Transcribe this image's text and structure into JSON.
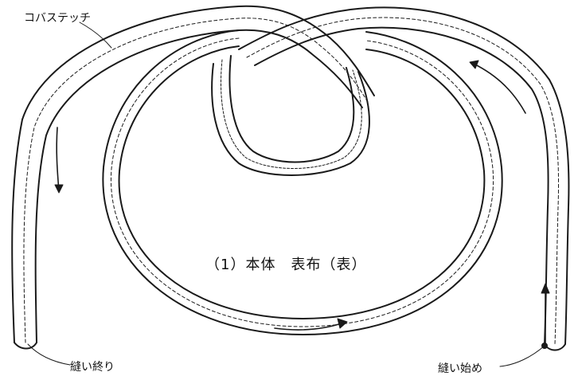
{
  "labels": {
    "edge_stitch": "コバステッチ",
    "sew_end": "縫い終り",
    "sew_start": "縫い始め",
    "center": "（1）本体　表布（表）"
  },
  "colors": {
    "line": "#1a1a1a",
    "fill": "#ffffff"
  }
}
